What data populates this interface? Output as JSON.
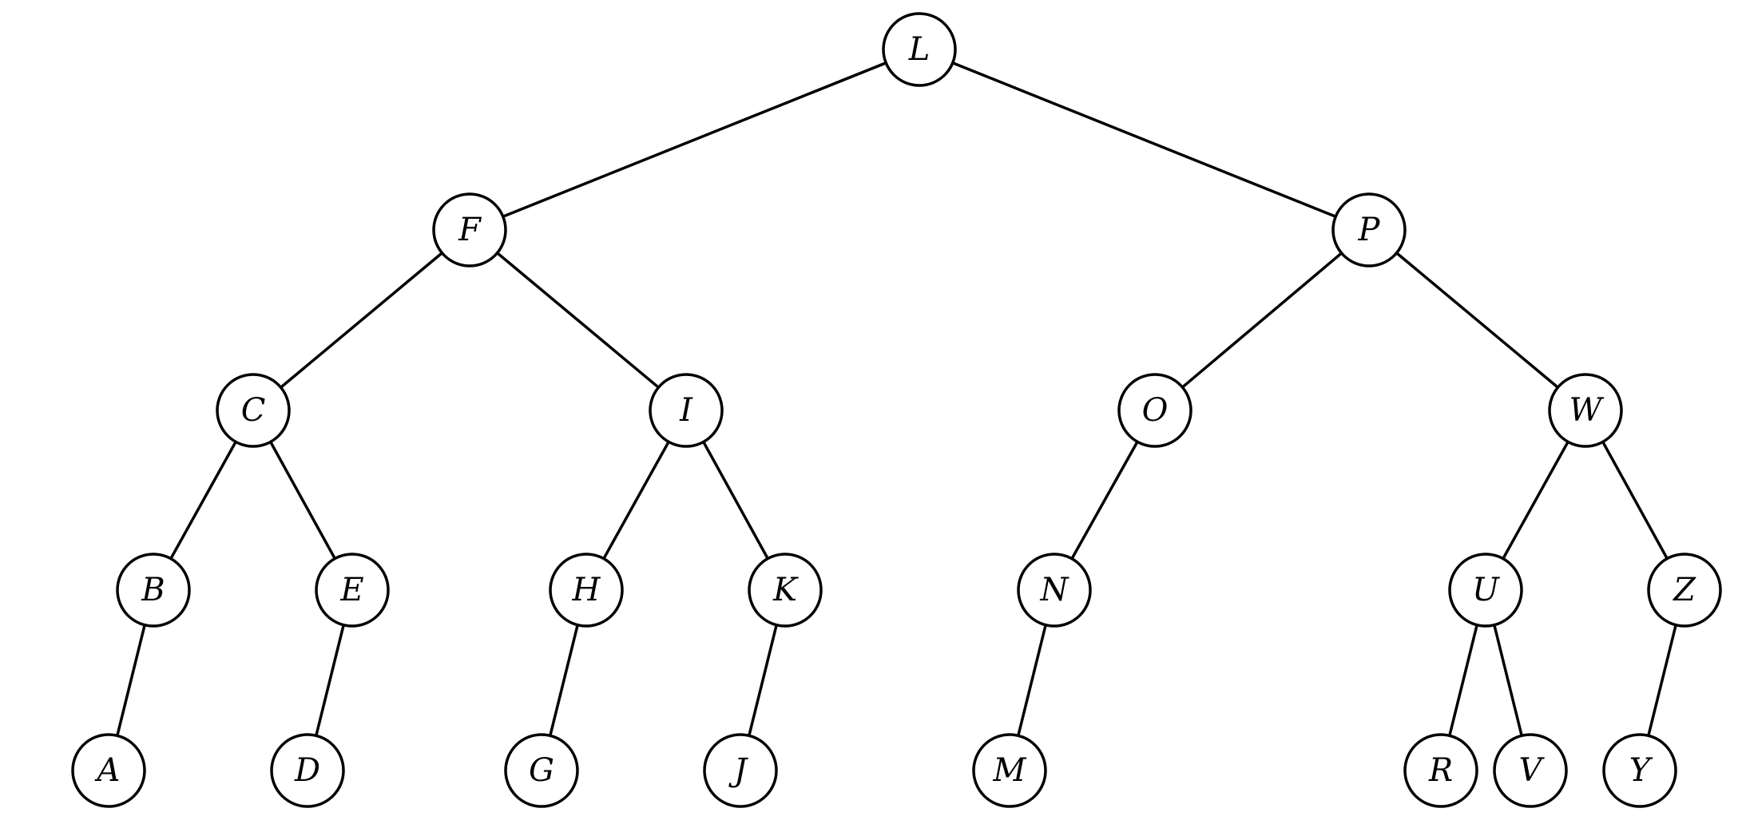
{
  "tree": {
    "nodes": [
      {
        "id": "L",
        "label": "L"
      },
      {
        "id": "F",
        "label": "F"
      },
      {
        "id": "P",
        "label": "P"
      },
      {
        "id": "C",
        "label": "C"
      },
      {
        "id": "I",
        "label": "I"
      },
      {
        "id": "O",
        "label": "O"
      },
      {
        "id": "W",
        "label": "W"
      },
      {
        "id": "B",
        "label": "B"
      },
      {
        "id": "E",
        "label": "E"
      },
      {
        "id": "H",
        "label": "H"
      },
      {
        "id": "K",
        "label": "K"
      },
      {
        "id": "N",
        "label": "N"
      },
      {
        "id": "U",
        "label": "U"
      },
      {
        "id": "Z",
        "label": "Z"
      },
      {
        "id": "A",
        "label": "A"
      },
      {
        "id": "D",
        "label": "D"
      },
      {
        "id": "G",
        "label": "G"
      },
      {
        "id": "J",
        "label": "J"
      },
      {
        "id": "M",
        "label": "M"
      },
      {
        "id": "R",
        "label": "R"
      },
      {
        "id": "V",
        "label": "V"
      },
      {
        "id": "Y",
        "label": "Y"
      }
    ],
    "edges": [
      [
        "L",
        "F"
      ],
      [
        "L",
        "P"
      ],
      [
        "F",
        "C"
      ],
      [
        "F",
        "I"
      ],
      [
        "P",
        "O"
      ],
      [
        "P",
        "W"
      ],
      [
        "C",
        "B"
      ],
      [
        "C",
        "E"
      ],
      [
        "I",
        "H"
      ],
      [
        "I",
        "K"
      ],
      [
        "O",
        "N"
      ],
      [
        "W",
        "U"
      ],
      [
        "W",
        "Z"
      ],
      [
        "B",
        "A"
      ],
      [
        "E",
        "D"
      ],
      [
        "H",
        "G"
      ],
      [
        "K",
        "J"
      ],
      [
        "N",
        "M"
      ],
      [
        "U",
        "R"
      ],
      [
        "U",
        "V"
      ],
      [
        "Z",
        "Y"
      ]
    ]
  }
}
